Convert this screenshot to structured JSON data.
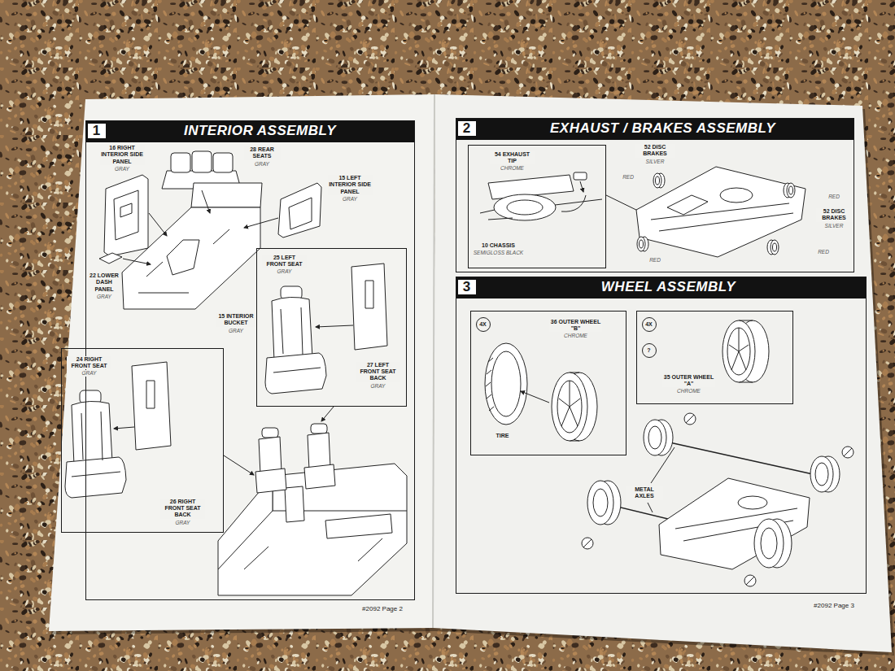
{
  "diagram": {
    "nodes": [
      {
        "text": [
          "1",
          "INTERIOR ASSEMBLY"
        ]
      },
      {
        "text": [
          "25 LEFT FRONT SEAT",
          "GRAY",
          "27 LEFT FRONT SEAT BACK",
          "GRAY"
        ],
        "in": 0
      },
      {
        "text": [
          "24 RIGHT FRONT SEAT",
          "GRAY",
          "26 RIGHT FRONT SEAT BACK",
          "GRAY"
        ],
        "in": 0
      },
      {
        "text": [
          "2",
          "EXHAUST / BRAKES ASSEMBLY"
        ]
      },
      {
        "text": [
          "54 EXHAUST TIP",
          "CHROME",
          "10 CHASSIS",
          "SEMIGLOSS BLACK"
        ],
        "in": 3
      },
      {
        "text": [
          "3",
          "WHEEL ASSEMBLY"
        ]
      },
      {
        "text": [
          "4X",
          "36 OUTER WHEEL \"B\"",
          "CHROME",
          "TIRE"
        ],
        "in": 5
      },
      {
        "text": [
          "4X",
          "?",
          "35 OUTER WHEEL \"A\"",
          "CHROME"
        ],
        "in": 5
      }
    ],
    "labels": [
      "16 RIGHT INTERIOR SIDE PANEL",
      "GRAY",
      "28 REAR SEATS",
      "GRAY",
      "15 LEFT INTERIOR SIDE PANEL",
      "GRAY",
      "22 LOWER DASH PANEL",
      "GRAY",
      "15 INTERIOR BUCKET",
      "GRAY",
      "#2092 Page 2",
      "52 DISC BRAKES",
      "SILVER",
      "RED",
      "RED",
      "52 DISC BRAKES",
      "SILVER",
      "RED",
      "RED",
      "METAL AXLES",
      "#2092 Page 3"
    ]
  }
}
